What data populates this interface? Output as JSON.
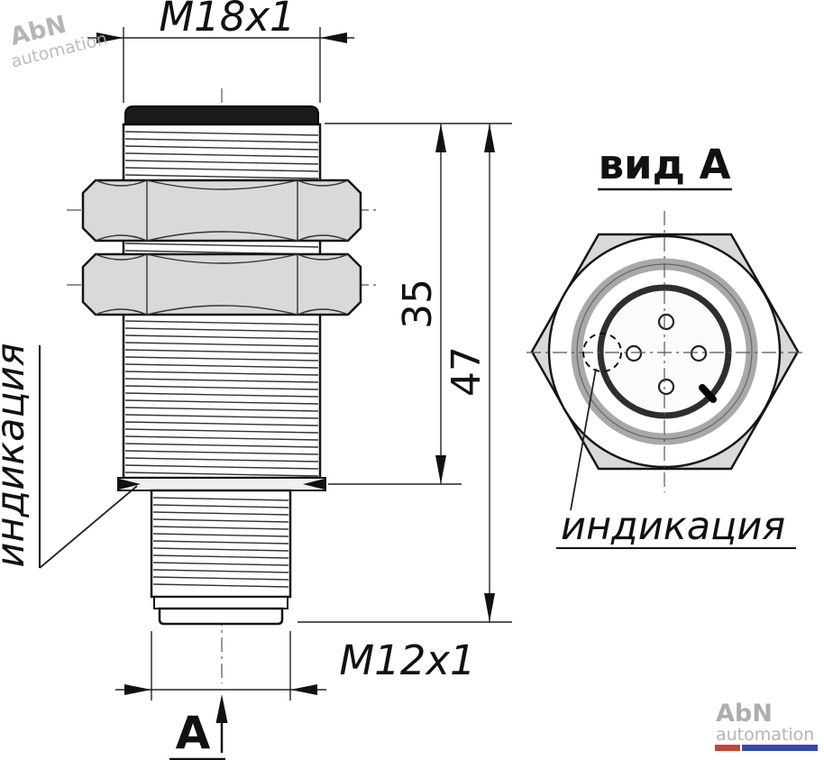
{
  "front_view": {
    "thread_top_label": "M18x1",
    "dim_body": "35",
    "dim_total": "47",
    "thread_bottom_label": "M12x1",
    "view_label": "A",
    "indication_label": "индикация"
  },
  "end_view": {
    "title": "вид А",
    "indication_label": "индикация"
  },
  "watermark": {
    "brand": "AbN",
    "sub": "automation",
    "bar_red": "#c23b2e",
    "bar_blue": "#2b3faf"
  }
}
